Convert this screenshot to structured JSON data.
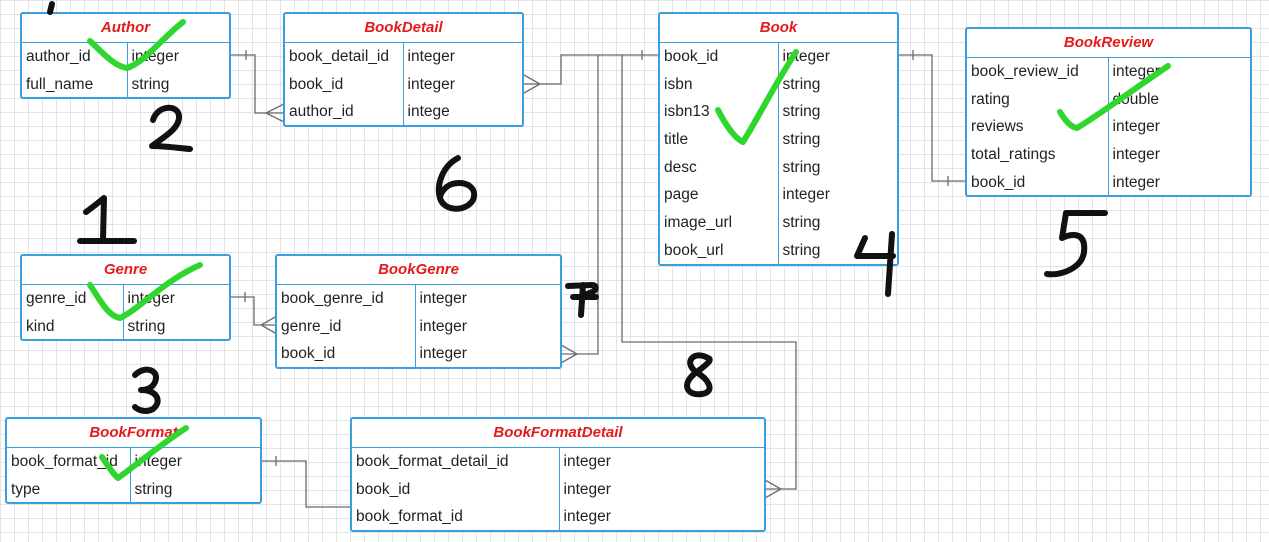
{
  "entities": {
    "author": {
      "name": "Author",
      "rows": [
        [
          "author_id",
          "integer"
        ],
        [
          "full_name",
          "string"
        ]
      ]
    },
    "book_detail": {
      "name": "BookDetail",
      "rows": [
        [
          "book_detail_id",
          "integer"
        ],
        [
          "book_id",
          "integer"
        ],
        [
          "author_id",
          "intege"
        ]
      ]
    },
    "book": {
      "name": "Book",
      "rows": [
        [
          "book_id",
          "integer"
        ],
        [
          "isbn",
          "string"
        ],
        [
          "isbn13",
          "string"
        ],
        [
          "title",
          "string"
        ],
        [
          "desc",
          "string"
        ],
        [
          "page",
          "integer"
        ],
        [
          "image_url",
          "string"
        ],
        [
          "book_url",
          "string"
        ]
      ]
    },
    "book_review": {
      "name": "BookReview",
      "rows": [
        [
          "book_review_id",
          "integer"
        ],
        [
          "rating",
          "double"
        ],
        [
          "reviews",
          "integer"
        ],
        [
          "total_ratings",
          "integer"
        ],
        [
          "book_id",
          "integer"
        ]
      ]
    },
    "genre": {
      "name": "Genre",
      "rows": [
        [
          "genre_id",
          "integer"
        ],
        [
          "kind",
          "string"
        ]
      ]
    },
    "book_genre": {
      "name": "BookGenre",
      "rows": [
        [
          "book_genre_id",
          "integer"
        ],
        [
          "genre_id",
          "integer"
        ],
        [
          "book_id",
          "integer"
        ]
      ]
    },
    "book_format": {
      "name": "BookFormat",
      "rows": [
        [
          "book_format_id",
          "integer"
        ],
        [
          "type",
          "string"
        ]
      ]
    },
    "book_format_detail": {
      "name": "BookFormatDetail",
      "rows": [
        [
          "book_format_detail_id",
          "integer"
        ],
        [
          "book_id",
          "integer"
        ],
        [
          "book_format_id",
          "integer"
        ]
      ]
    }
  },
  "colors": {
    "entity_border": "#3a9ee0",
    "entity_title": "#e31b1b",
    "connector": "#6b6b6b",
    "handwritten_check": "#2ed62e",
    "handwritten_number": "#111111"
  }
}
